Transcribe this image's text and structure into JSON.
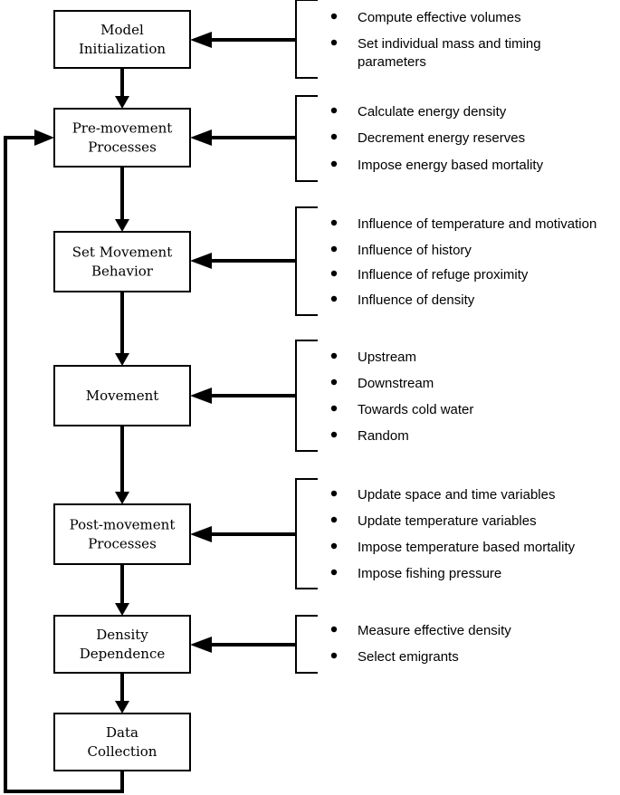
{
  "colors": {
    "line": "#000000",
    "background": "#ffffff"
  },
  "steps": [
    {
      "id": "model-initialization",
      "label_lines": [
        "Model",
        "Initialization"
      ],
      "bullets": [
        [
          "Compute effective volumes"
        ],
        [
          "Set individual mass and timing",
          "parameters"
        ]
      ]
    },
    {
      "id": "pre-movement-processes",
      "label_lines": [
        "Pre-movement",
        "Processes"
      ],
      "bullets": [
        [
          "Calculate energy density"
        ],
        [
          "Decrement energy reserves"
        ],
        [
          "Impose energy based mortality"
        ]
      ]
    },
    {
      "id": "set-movement-behavior",
      "label_lines": [
        "Set Movement",
        "Behavior"
      ],
      "bullets": [
        [
          "Influence of temperature and motivation"
        ],
        [
          "Influence of history"
        ],
        [
          "Influence of refuge proximity"
        ],
        [
          "Influence of density"
        ]
      ]
    },
    {
      "id": "movement",
      "label_lines": [
        "Movement"
      ],
      "bullets": [
        [
          "Upstream"
        ],
        [
          "Downstream"
        ],
        [
          "Towards cold water"
        ],
        [
          "Random"
        ]
      ]
    },
    {
      "id": "post-movement-processes",
      "label_lines": [
        "Post-movement",
        "Processes"
      ],
      "bullets": [
        [
          "Update space and time variables"
        ],
        [
          "Update temperature variables"
        ],
        [
          "Impose temperature based mortality"
        ],
        [
          "Impose fishing pressure"
        ]
      ]
    },
    {
      "id": "density-dependence",
      "label_lines": [
        "Density",
        "Dependence"
      ],
      "bullets": [
        [
          "Measure effective density"
        ],
        [
          "Select emigrants"
        ]
      ]
    },
    {
      "id": "data-collection",
      "label_lines": [
        "Data",
        "Collection"
      ],
      "bullets": []
    }
  ]
}
